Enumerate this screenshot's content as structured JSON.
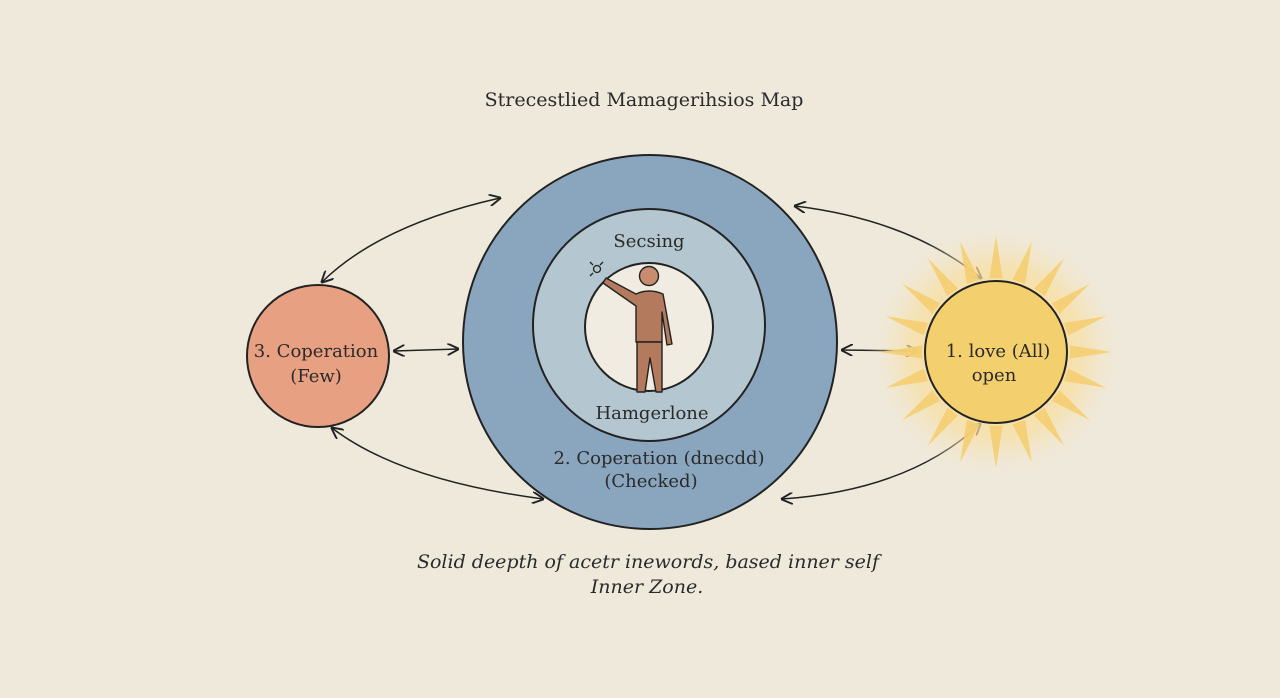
{
  "title": "Strecestlied Mamagerihsios Map",
  "nodes": {
    "left": {
      "line1": "3. Coperation",
      "line2": "(Few)",
      "color": "#e8a083"
    },
    "right": {
      "line1": "1. love (All)",
      "line2": "open",
      "color": "#f3cf6e"
    },
    "center": {
      "outer_line1": "2. Coperation (dnecdd)",
      "outer_line2": "(Checked)",
      "middle_label": "Secsing",
      "inner_label": "Hamgerlone",
      "outer_color": "#8aa6bf",
      "middle_color": "#b4c6cf",
      "inner_color": "#f1ece1"
    }
  },
  "caption": {
    "line1": "Solid deepth of acetr inewords, based inner self",
    "line2": "Inner Zone."
  },
  "icons": [
    "person-icon",
    "sparkle-icon",
    "double-arrow-icon"
  ]
}
